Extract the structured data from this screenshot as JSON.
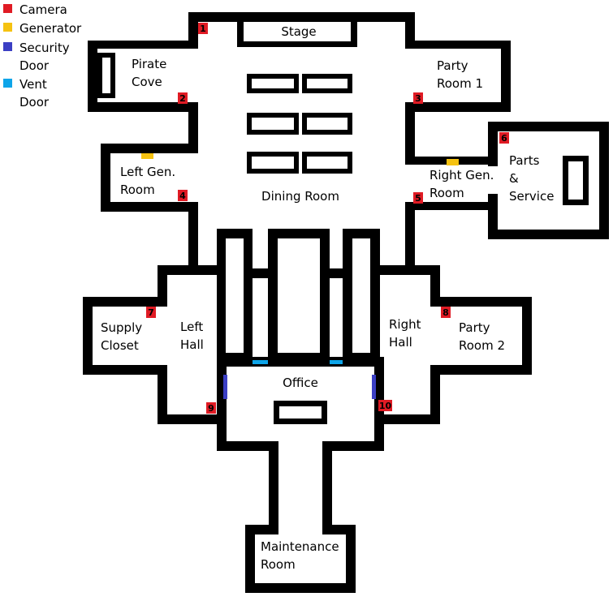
{
  "colors": {
    "wall": "#000000",
    "floor": "#ffffff",
    "camera": "#e01b24",
    "generator": "#f5c211",
    "security_door": "#3b3fc4",
    "vent_door": "#0ea5e9"
  },
  "legend": [
    {
      "label": "Camera",
      "color": "#e01b24"
    },
    {
      "label": "Generator",
      "color": "#f5c211"
    },
    {
      "label": "Security\nDoor",
      "color": "#3b3fc4"
    },
    {
      "label": "Vent\nDoor",
      "color": "#0ea5e9"
    }
  ],
  "rooms": {
    "stage": "Stage",
    "pirate_cove": "Pirate\nCove",
    "party_room_1": "Party\nRoom 1",
    "left_gen_room": "Left Gen.\nRoom",
    "right_gen_room": "Right Gen.\nRoom",
    "parts_service": "Parts\n&\nService",
    "dining_room": "Dining Room",
    "supply_closet": "Supply\nCloset",
    "left_hall": "Left\nHall",
    "right_hall": "Right\nHall",
    "party_room_2": "Party\nRoom 2",
    "office": "Office",
    "maintenance_room": "Maintenance\nRoom"
  },
  "cameras": [
    "1",
    "2",
    "3",
    "4",
    "5",
    "6",
    "7",
    "8",
    "9",
    "10"
  ]
}
